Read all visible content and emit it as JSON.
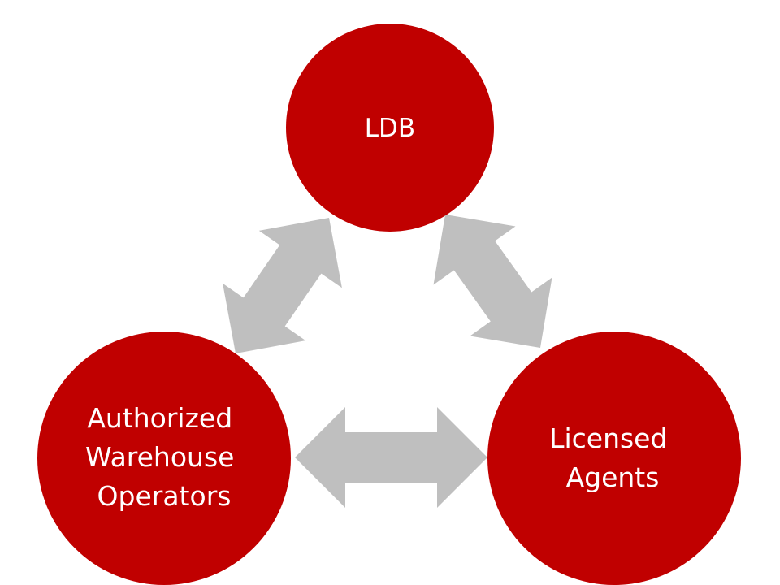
{
  "diagram": {
    "type": "relationship-triangle",
    "colors": {
      "node_fill": "#C00000",
      "arrow_fill": "#BFBFBF",
      "label_color": "#FFFFFF",
      "background": "#FFFFFF"
    },
    "nodes": [
      {
        "id": "ldb",
        "lines": [
          "LDB"
        ]
      },
      {
        "id": "awo",
        "lines": [
          "Authorized",
          "Warehouse",
          "Operators"
        ]
      },
      {
        "id": "la",
        "lines": [
          "Licensed",
          "Agents"
        ]
      }
    ],
    "connections": [
      {
        "from": "ldb",
        "to": "awo",
        "direction": "bidirectional"
      },
      {
        "from": "ldb",
        "to": "la",
        "direction": "bidirectional"
      },
      {
        "from": "awo",
        "to": "la",
        "direction": "bidirectional"
      }
    ]
  }
}
